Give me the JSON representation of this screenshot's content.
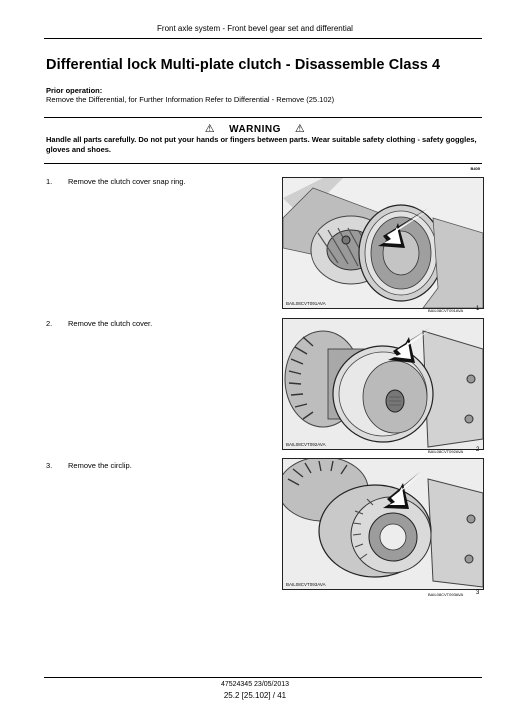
{
  "header": {
    "section": "Front axle system - Front bevel gear set and differential"
  },
  "title": "Differential lock Multi-plate clutch - Disassemble Class 4",
  "prior_operation": {
    "label": "Prior operation:",
    "text": "Remove the Differential, for Further Information Refer to Differential - Remove (25.102)"
  },
  "warning": {
    "heading": "WARNING",
    "symbol": "⚠",
    "text": "Handle all parts carefully. Do not put your hands or fingers between parts. Wear suitable safety clothing - safety goggles, gloves and shoes.",
    "code": "B405"
  },
  "steps": [
    {
      "number": "1.",
      "text": "Remove the clutch cover snap ring.",
      "photo_label": "BAIL08CVT091AVA",
      "figure_ref": "BAIL08CVT091AVA",
      "figure_number": "1"
    },
    {
      "number": "2.",
      "text": "Remove the clutch cover.",
      "photo_label": "BAIL08CVT092AVA",
      "figure_ref": "BAIL08CVT092AVA",
      "figure_number": "2"
    },
    {
      "number": "3.",
      "text": "Remove the circlip.",
      "photo_label": "BAIL08CVT093AVA",
      "figure_ref": "BAIL08CVT093AVA",
      "figure_number": "3"
    }
  ],
  "footer": {
    "code": "47524345 23/05/2013",
    "page": "25.2 [25.102] / 41"
  }
}
